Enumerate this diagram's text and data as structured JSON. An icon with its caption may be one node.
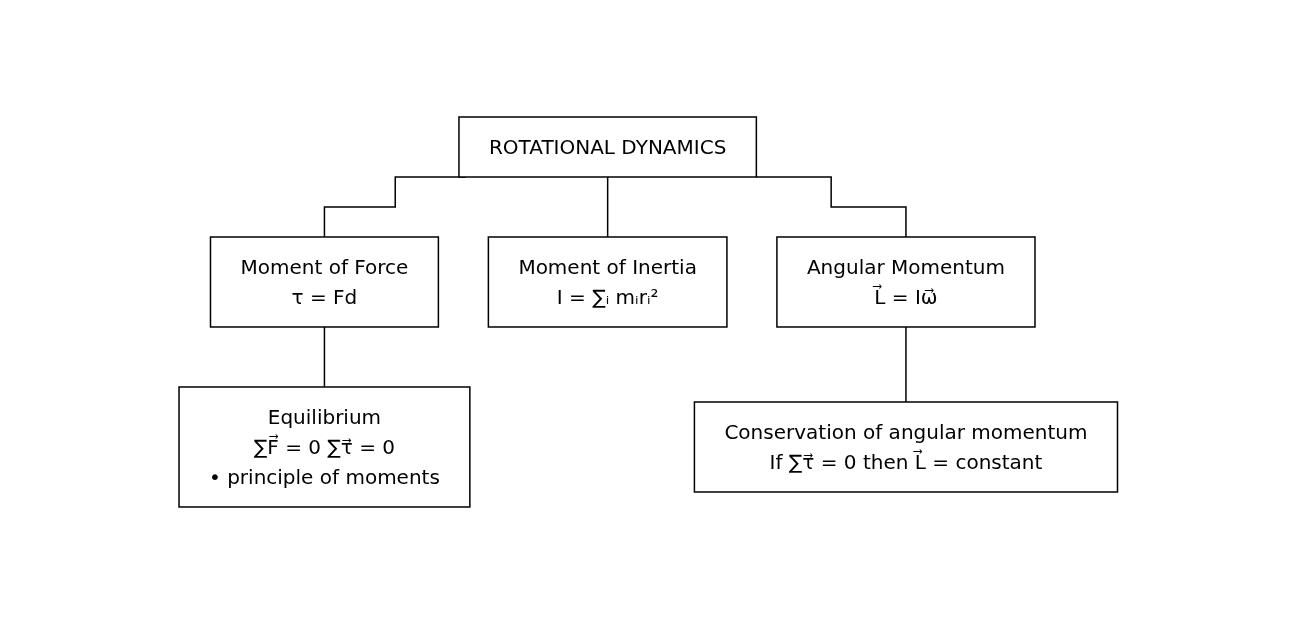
{
  "diagram": {
    "nodes": [
      {
        "text": [
          "ROTATIONAL DYNAMICS"
        ]
      },
      {
        "text": [
          "Moment of Force",
          "τ = Fd"
        ]
      },
      {
        "text": [
          "Moment of Inertia",
          "I = ∑ᵢ mᵢrᵢ²"
        ]
      },
      {
        "text": [
          "Angular Momentum",
          "L⃗ = Iω⃗"
        ]
      },
      {
        "text": [
          "Equilibrium",
          "∑F⃗ = 0    ∑τ⃗ = 0",
          "• principle of moments"
        ]
      },
      {
        "text": [
          "Conservation of angular momentum",
          "If ∑τ⃗ = 0 then L⃗ = constant"
        ]
      }
    ],
    "edges": [
      {
        "from": 0,
        "to": 1,
        "arrow": "none"
      },
      {
        "from": 0,
        "to": 2,
        "arrow": "none"
      },
      {
        "from": 0,
        "to": 3,
        "arrow": "none"
      },
      {
        "from": 1,
        "to": 4,
        "arrow": "none"
      },
      {
        "from": 3,
        "to": 5,
        "arrow": "none"
      }
    ]
  }
}
